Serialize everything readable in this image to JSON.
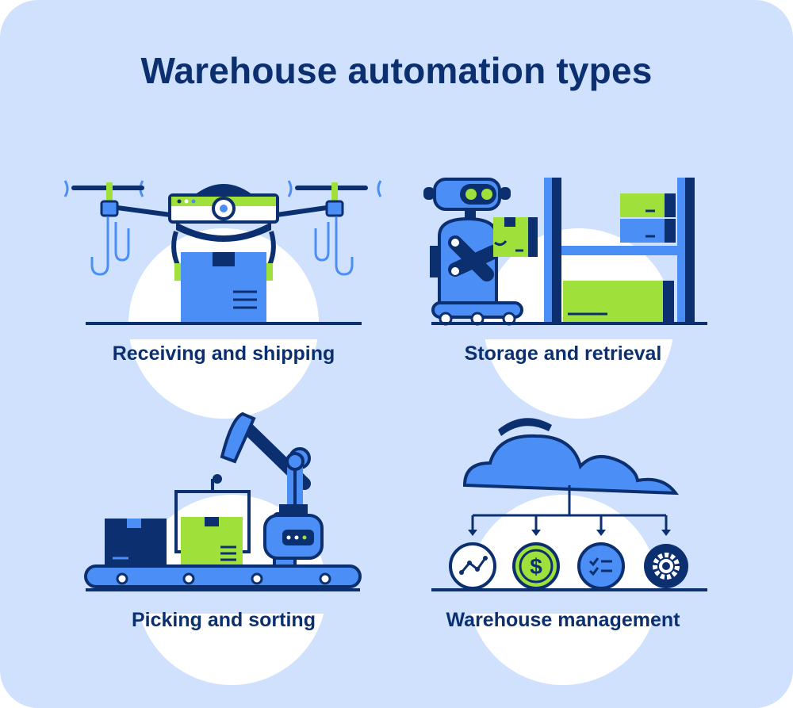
{
  "title": "Warehouse automation types",
  "panels": [
    {
      "label": "Receiving and shipping",
      "icon": "drone-with-package"
    },
    {
      "label": "Storage and retrieval",
      "icon": "robot-with-shelving"
    },
    {
      "label": "Picking and sorting",
      "icon": "robotic-arm-conveyor"
    },
    {
      "label": "Warehouse management",
      "icon": "cloud-with-management-icons"
    }
  ],
  "management_icons": [
    "analytics-icon",
    "dollar-icon",
    "checklist-icon",
    "gear-icon"
  ],
  "colors": {
    "background": "#cfe1fd",
    "navy": "#0b2f6f",
    "blue": "#4b8ef5",
    "green": "#9fe03a",
    "white": "#ffffff"
  }
}
